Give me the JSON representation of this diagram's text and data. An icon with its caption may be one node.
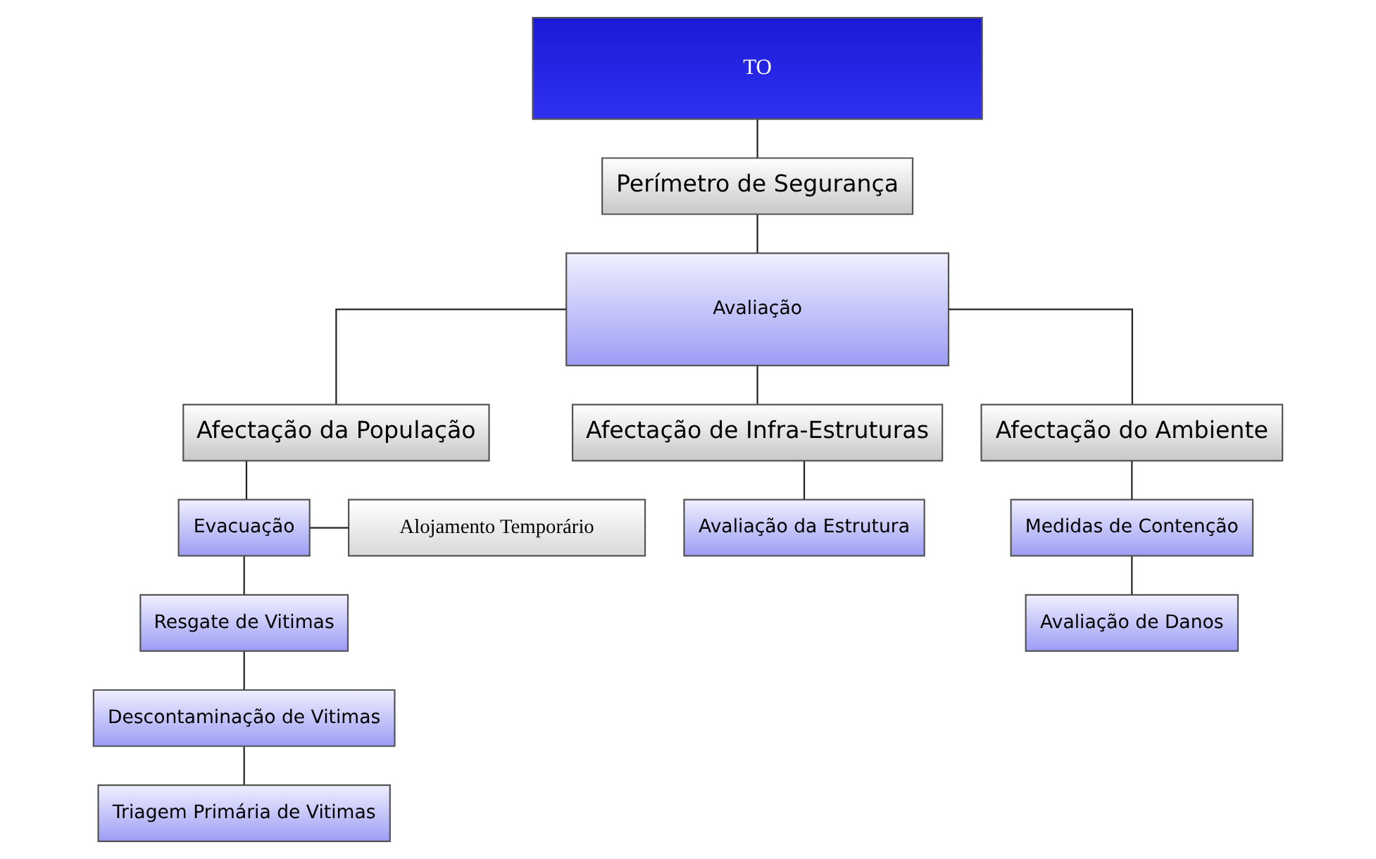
{
  "diagram": {
    "nodes": [
      {
        "text": [
          "TO"
        ]
      },
      {
        "text": [
          "Perímetro de Segurança"
        ]
      },
      {
        "text": [
          "Avaliação"
        ]
      },
      {
        "text": [
          "Afectação da População"
        ]
      },
      {
        "text": [
          "Afectação de Infra-Estruturas"
        ]
      },
      {
        "text": [
          "Afectação do Ambiente"
        ]
      },
      {
        "text": [
          "Evacuação"
        ]
      },
      {
        "text": [
          "Alojamento Temporário"
        ]
      },
      {
        "text": [
          "Resgate de Vitimas"
        ]
      },
      {
        "text": [
          "Descontaminação de Vitimas"
        ]
      },
      {
        "text": [
          "Triagem Primária de Vitimas"
        ]
      },
      {
        "text": [
          "Avaliação da Estrutura"
        ]
      },
      {
        "text": [
          "Medidas de Contenção"
        ]
      },
      {
        "text": [
          "Avaliação de Danos"
        ]
      }
    ],
    "edges": [
      {
        "from": 0,
        "to": 1,
        "arrow": "none"
      },
      {
        "from": 1,
        "to": 2,
        "arrow": "none"
      },
      {
        "from": 2,
        "to": 3,
        "arrow": "none"
      },
      {
        "from": 2,
        "to": 4,
        "arrow": "none"
      },
      {
        "from": 2,
        "to": 5,
        "arrow": "none"
      },
      {
        "from": 3,
        "to": 6,
        "arrow": "none"
      },
      {
        "from": 6,
        "to": 7,
        "arrow": "none"
      },
      {
        "from": 6,
        "to": 8,
        "arrow": "none"
      },
      {
        "from": 8,
        "to": 9,
        "arrow": "none"
      },
      {
        "from": 9,
        "to": 10,
        "arrow": "none"
      },
      {
        "from": 4,
        "to": 11,
        "arrow": "none"
      },
      {
        "from": 5,
        "to": 12,
        "arrow": "none"
      },
      {
        "from": 12,
        "to": 13,
        "arrow": "none"
      }
    ]
  }
}
